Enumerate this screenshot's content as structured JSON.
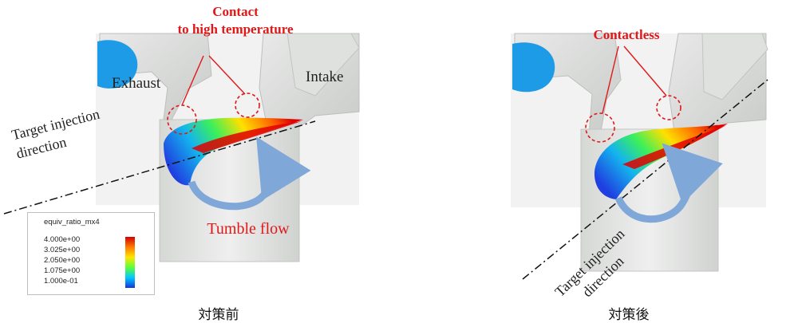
{
  "left_panel": {
    "caption": "対策前",
    "annotation_red": [
      "Contact",
      "to high temperature"
    ],
    "label_exhaust": "Exhaust",
    "label_intake": "Intake",
    "label_target": [
      "Target injection",
      "direction"
    ],
    "label_tumble": "Tumble flow"
  },
  "right_panel": {
    "caption": "対策後",
    "annotation_red": "Contactless",
    "label_target": [
      "Target injection",
      "direction"
    ]
  },
  "legend": {
    "title": "equiv_ratio_mx4",
    "ticks": [
      "4.000e+00",
      "3.025e+00",
      "2.050e+00",
      "1.075e+00",
      "1.000e-01"
    ]
  },
  "colors": {
    "annotation": "#e01818",
    "tumble_arrow": "#7fa8d8",
    "chamber": "#e6e8e6"
  }
}
